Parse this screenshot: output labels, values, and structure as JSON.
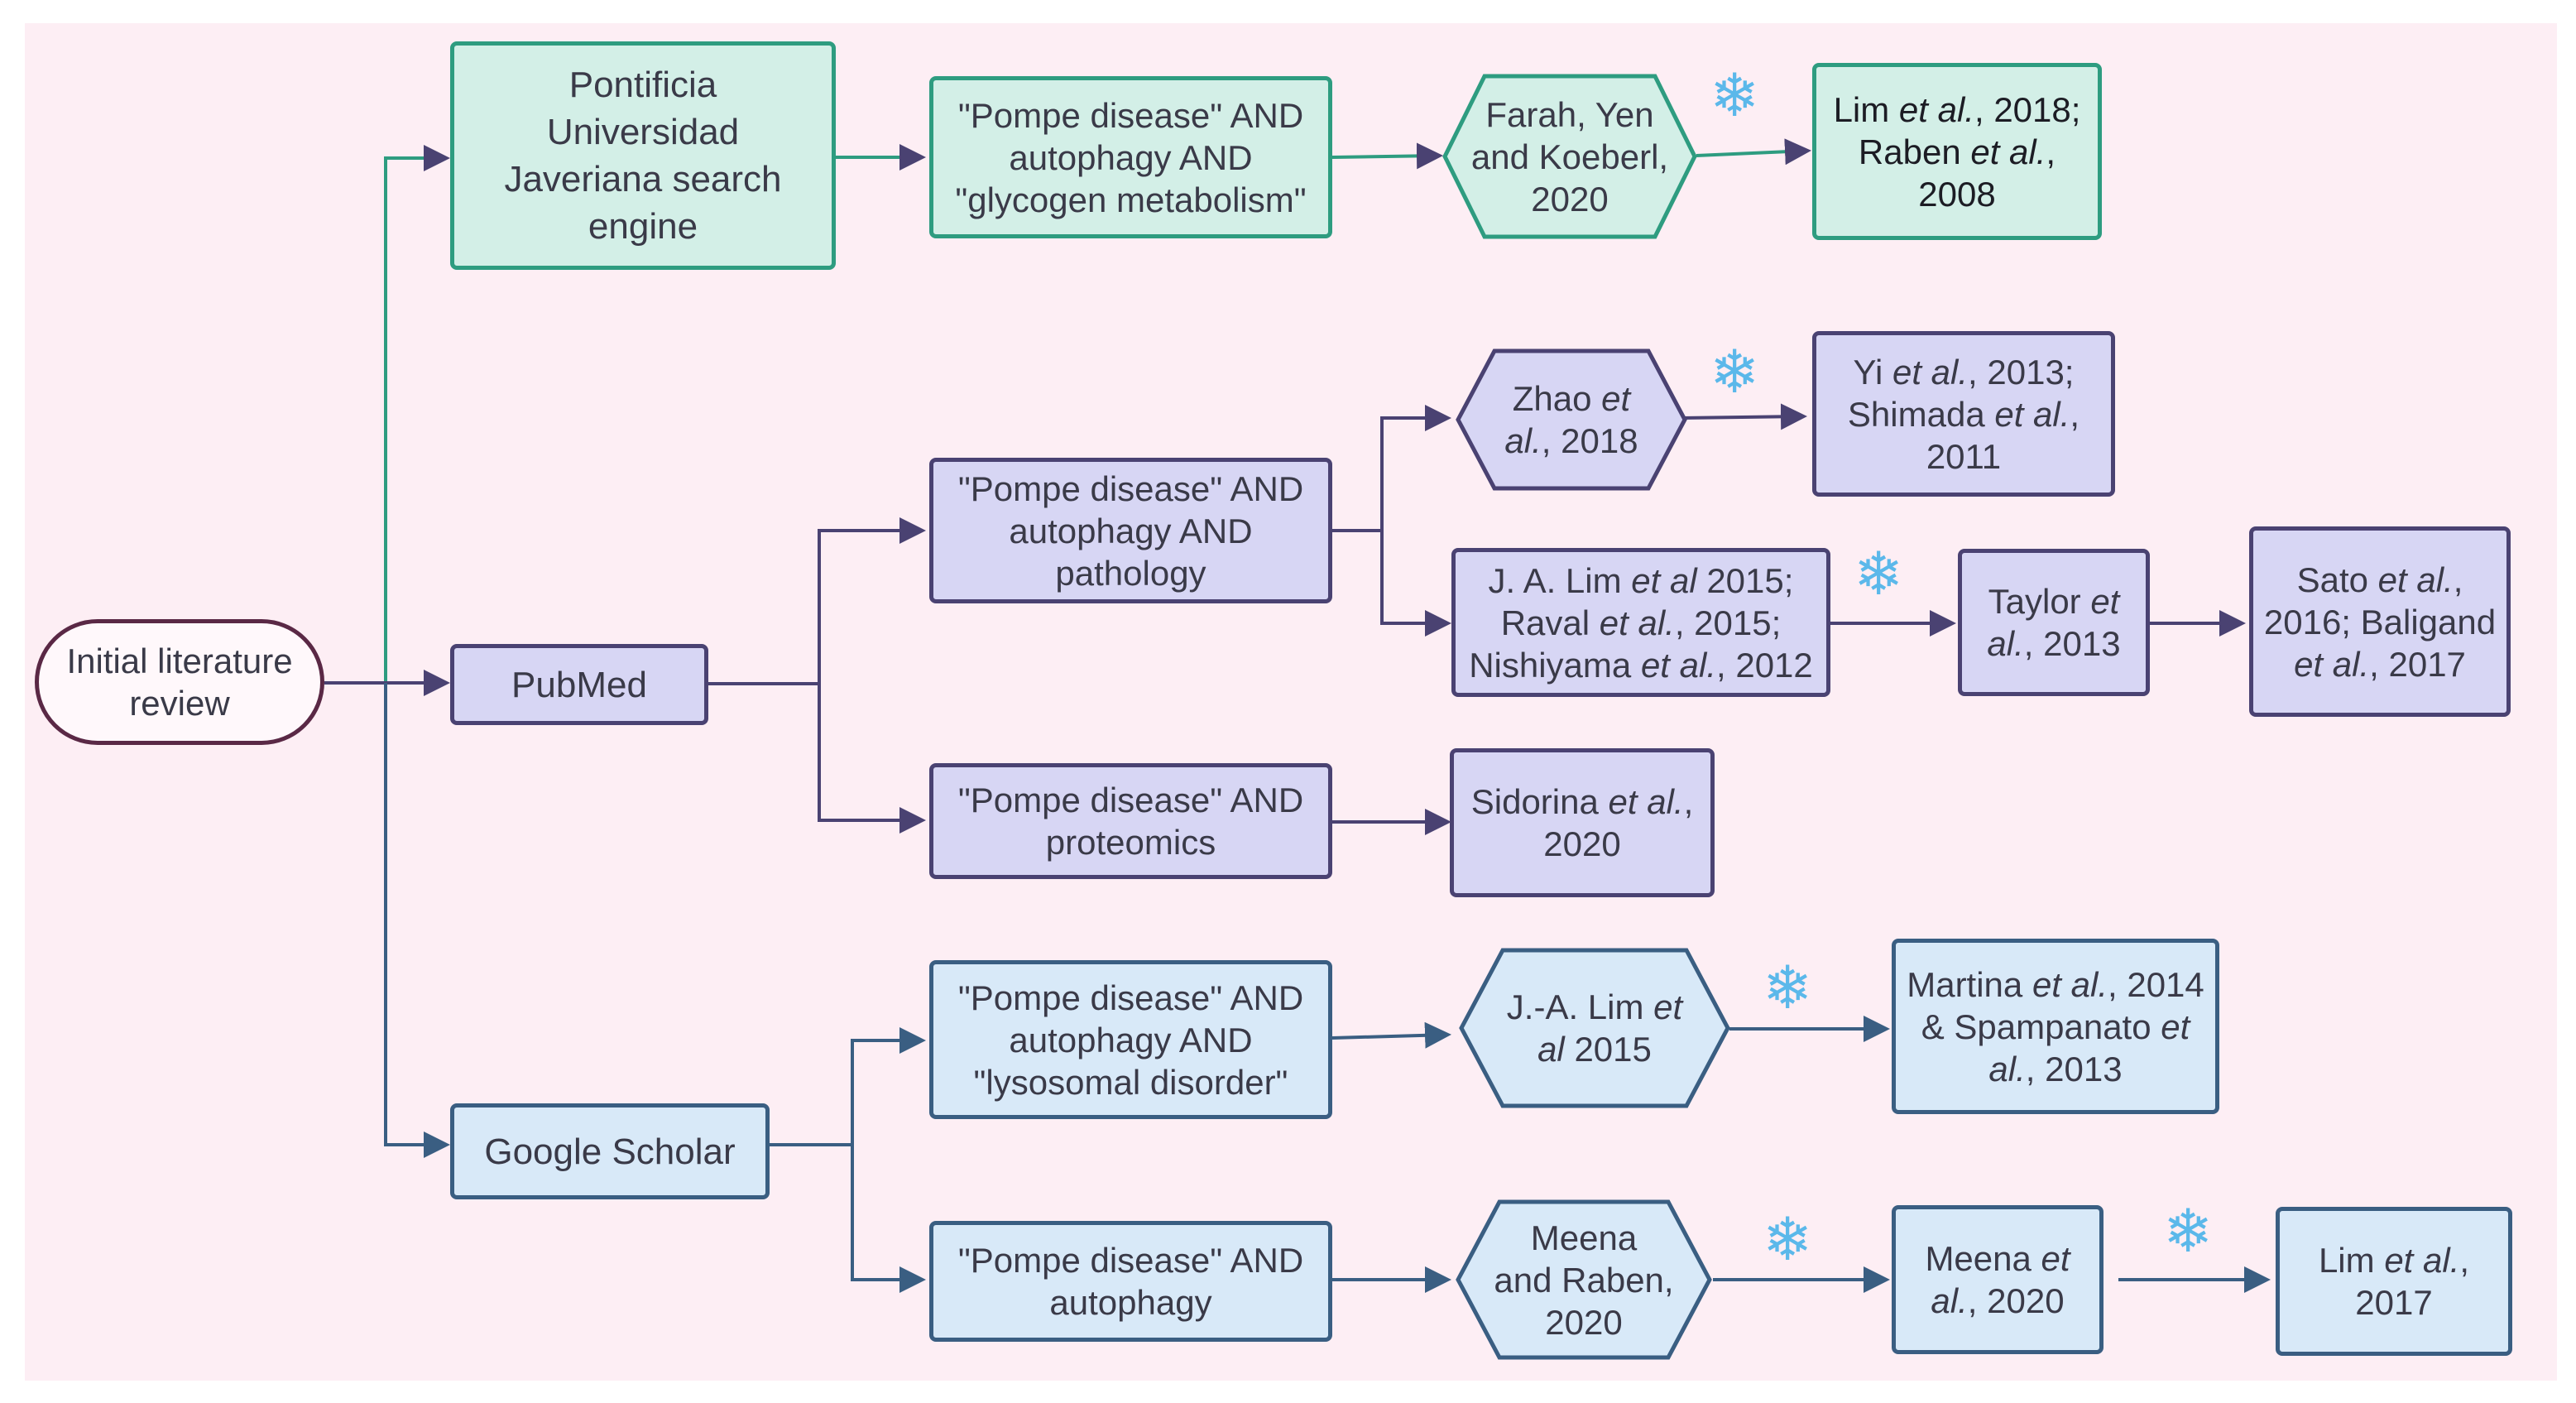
{
  "colors": {
    "teal_fill": "#d3efe7",
    "teal_stroke": "#2e9c80",
    "purple_fill": "#d7d6f4",
    "purple_stroke": "#4a4272",
    "blue_fill": "#d8e9f8",
    "blue_stroke": "#3a5e82",
    "root_stroke": "#5a2845",
    "snowflake": "#5bb8ea",
    "background": "#fdeef4"
  },
  "root": {
    "line1": "Initial literature",
    "line2": "review"
  },
  "sources": {
    "pujse": {
      "lines": [
        "Pontificia",
        "Universidad",
        "Javeriana search",
        "engine"
      ]
    },
    "pubmed": "PubMed",
    "scholar": "Google Scholar"
  },
  "queries": {
    "q1": [
      "\"Pompe disease\" AND",
      "autophagy AND",
      "\"glycogen metabolism\""
    ],
    "q2": [
      "\"Pompe disease\" AND",
      "autophagy AND",
      "pathology"
    ],
    "q3": [
      "\"Pompe disease\" AND",
      "proteomics"
    ],
    "q4": [
      "\"Pompe disease\" AND",
      "autophagy AND",
      "\"lysosomal disorder\""
    ],
    "q5": [
      "\"Pompe disease\" AND",
      "autophagy"
    ]
  },
  "refs": {
    "farah": {
      "l1": "Farah, Yen",
      "l2": "and Koeberl,",
      "l3": "2020"
    },
    "lim2018": {
      "a": "Lim ",
      "etal1": "et al.",
      "b": ", 2018;",
      "c": "Raben ",
      "etal2": "et al.",
      "d": ",",
      "e": "2008"
    },
    "zhao": {
      "a": "Zhao ",
      "etal1": "et",
      "etal2": "al.",
      "b": ", 2018"
    },
    "yi": {
      "a": "Yi ",
      "etal1": "et al.",
      "b": ", 2013;",
      "c": "Shimada ",
      "etal2": "et al.",
      "d": ",",
      "e": "2011"
    },
    "jalim": {
      "a": "J. A. Lim ",
      "etal1": "et al",
      "b": " 2015;",
      "c": "Raval ",
      "etal2": "et al.",
      "d": ", 2015;",
      "e": "Nishiyama ",
      "etal3": "et al.",
      "f": ", 2012"
    },
    "taylor": {
      "a": "Taylor ",
      "etal1": "et",
      "etal2": "al.",
      "b": ", 2013"
    },
    "sato": {
      "a": "Sato ",
      "etal1": "et al.",
      "b": ",",
      "c": "2016; Baligand",
      "etal2": "et al.",
      "d": ", 2017"
    },
    "sidorina": {
      "a": "Sidorina ",
      "etal1": "et al.",
      "b": ",",
      "c": "2020"
    },
    "jalim2015": {
      "a": "J.-A. Lim ",
      "etal1": "et",
      "etal2": "al",
      "b": " 2015"
    },
    "martina": {
      "a": "Martina ",
      "etal1": "et al.",
      "b": ", 2014",
      "c": "& Spampanato ",
      "etal2": "et",
      "etal3": "al.",
      "d": ", 2013"
    },
    "meena_raben": {
      "l1": "Meena",
      "l2": "and Raben,",
      "l3": "2020"
    },
    "meena2020": {
      "a": "Meena ",
      "etal1": "et",
      "etal2": "al.",
      "b": ", 2020"
    },
    "lim2017": {
      "a": "Lim ",
      "etal1": "et al.",
      "b": ",",
      "c": "2017"
    }
  },
  "snowflake": "❄"
}
